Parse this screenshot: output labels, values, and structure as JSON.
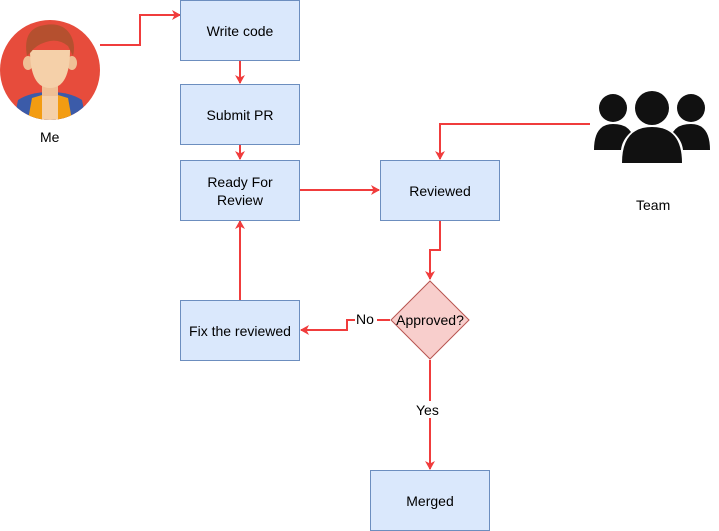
{
  "colors": {
    "node_fill": "#dae8fc",
    "node_stroke": "#6c8ebf",
    "decision_fill": "#f8cecc",
    "decision_stroke": "#b85450",
    "arrow": "#f03c3c",
    "avatar_bg": "#e74c3c",
    "team_icon": "#111111"
  },
  "actors": {
    "me": {
      "label": "Me",
      "icon": "person-avatar-icon"
    },
    "team": {
      "label": "Team",
      "icon": "team-group-icon"
    }
  },
  "nodes": {
    "write_code": "Write code",
    "submit_pr": "Submit PR",
    "ready_for_review_line1": "Ready For",
    "ready_for_review_line2": "Review",
    "reviewed": "Reviewed",
    "approved": "Approved?",
    "fix_the_reviewed": "Fix the reviewed",
    "merged": "Merged"
  },
  "edges": {
    "no_label": "No",
    "yes_label": "Yes"
  }
}
